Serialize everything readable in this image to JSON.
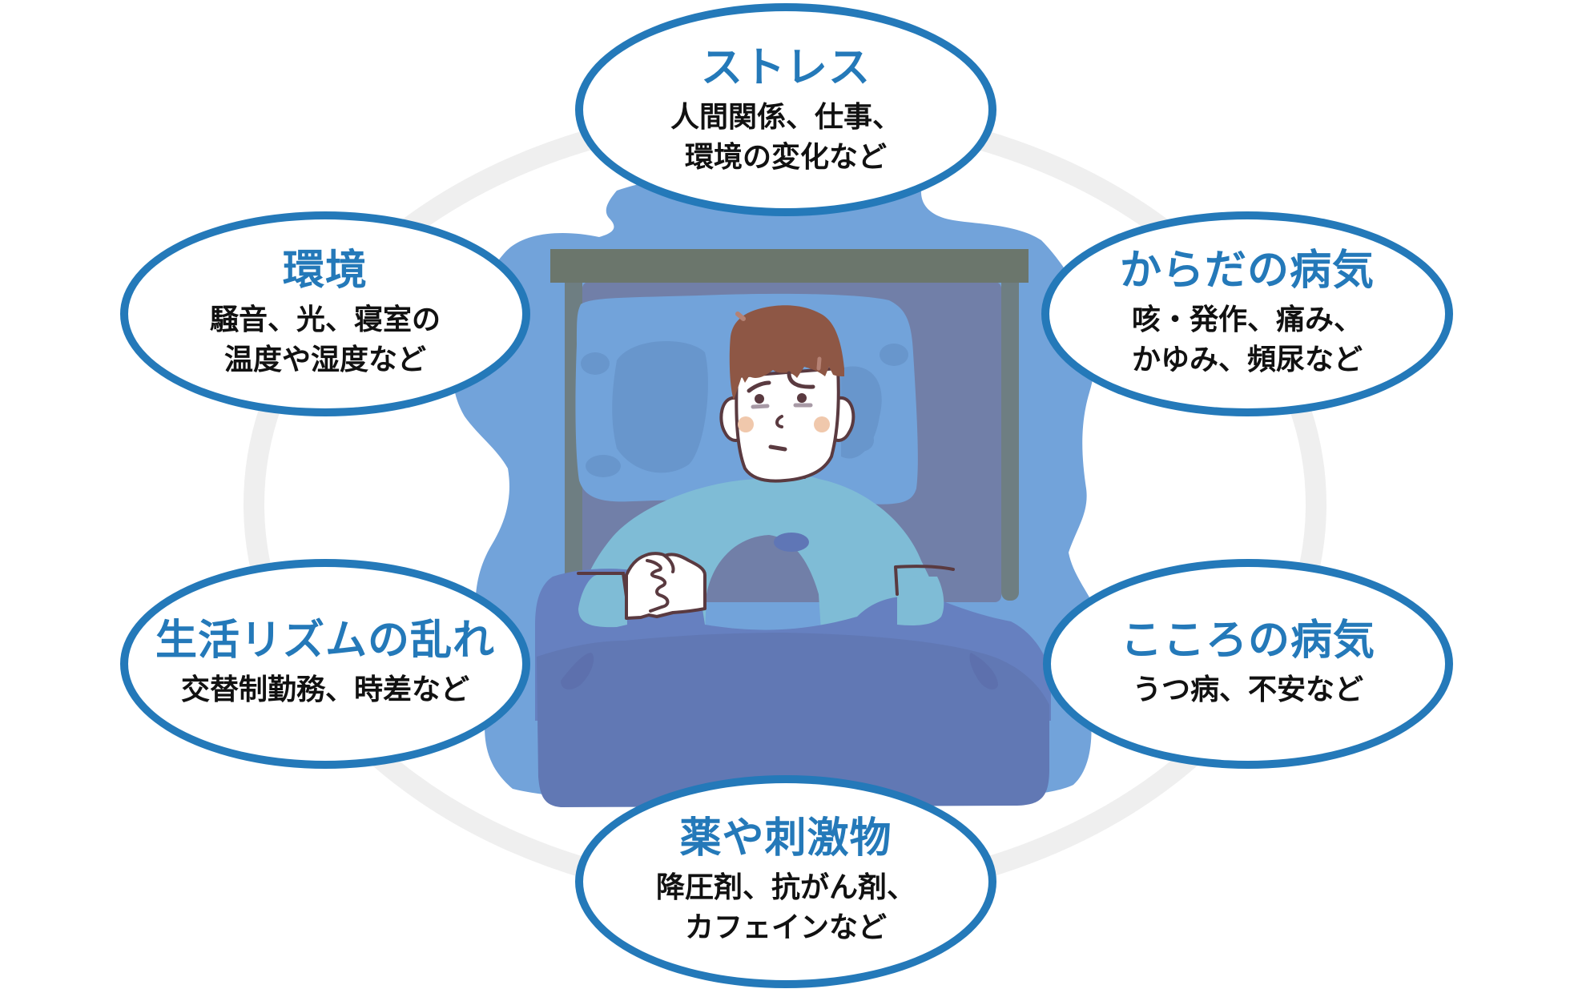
{
  "diagram": {
    "subject": "sleepless-man-in-bed",
    "colors": {
      "accent_blue": "#2479b9",
      "ring_gray": "#efefef",
      "backdrop_blob": "#72a3da",
      "headboard": "#6b766c",
      "bed_posts": "#6e7e82",
      "bed_panel": "#717fa8",
      "blanket": "#6178b4",
      "sweater": "#7fbcd6",
      "hair": "#8e5745",
      "outline": "#5a3a40",
      "text": "#111111"
    },
    "causes": [
      {
        "id": "stress",
        "title": "ストレス",
        "lines": [
          "人間関係、仕事、",
          "環境の変化など"
        ]
      },
      {
        "id": "environment",
        "title": "環境",
        "lines": [
          "騒音、光、寝室の",
          "温度や湿度など"
        ]
      },
      {
        "id": "physical-illness",
        "title": "からだの病気",
        "lines": [
          "咳・発作、痛み、",
          "かゆみ、頻尿など"
        ]
      },
      {
        "id": "lifestyle-rhythm",
        "title": "生活リズムの乱れ",
        "lines": [
          "交替制勤務、時差など"
        ]
      },
      {
        "id": "mental-illness",
        "title": "こころの病気",
        "lines": [
          "うつ病、不安など"
        ]
      },
      {
        "id": "drugs-stimulants",
        "title": "薬や刺激物",
        "lines": [
          "降圧剤、抗がん剤、",
          "カフェインなど"
        ]
      }
    ]
  }
}
